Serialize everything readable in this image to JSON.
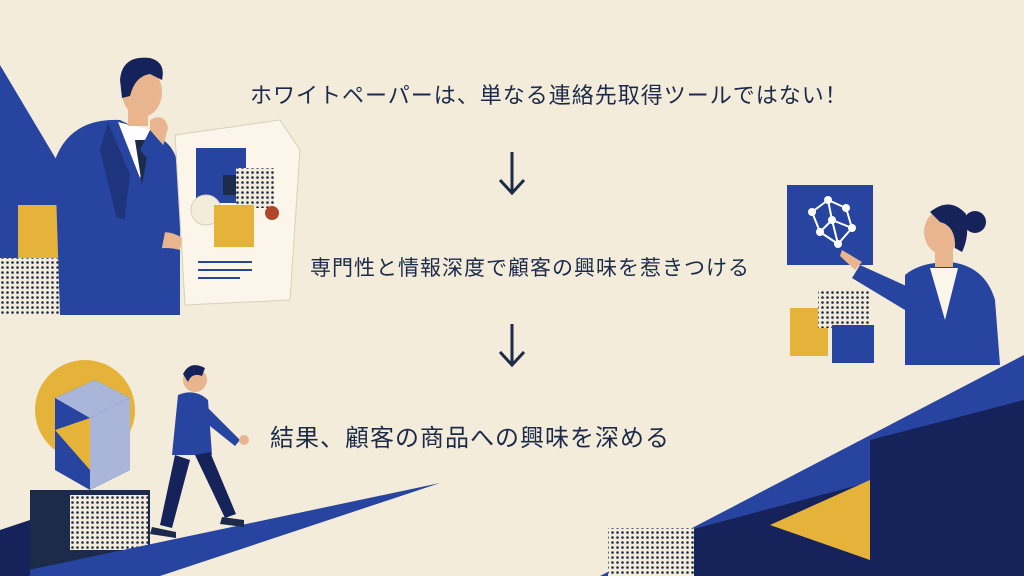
{
  "slide": {
    "messages": [
      "ホワイトペーパーは、単なる連絡先取得ツールではない！",
      "専門性と情報深度で顧客の興味を惹きつける",
      "結果、顧客の商品への興味を深める"
    ],
    "colors": {
      "background": "#f4ecdb",
      "navy": "#1c2b4a",
      "royal_blue": "#2744a0",
      "deep_navy": "#16235a",
      "mustard": "#e5b33a",
      "pale_blue": "#a9b6da"
    },
    "icons": [
      "down-arrow-icon",
      "network-icon",
      "document-icon"
    ]
  }
}
